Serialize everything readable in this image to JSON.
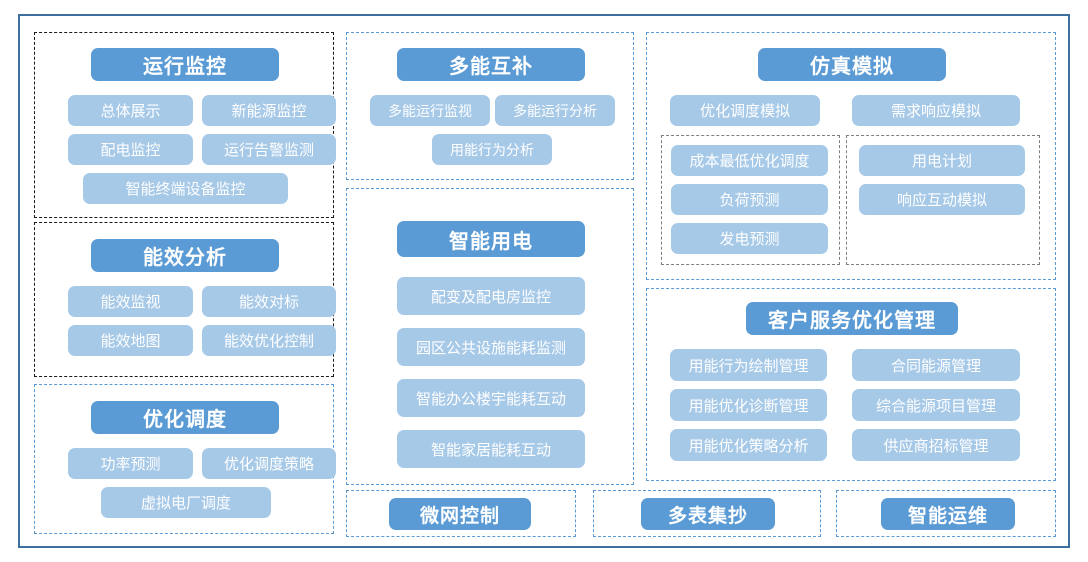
{
  "diagram": {
    "title_color": "#5b9bd5",
    "item_color": "#a7c9e8",
    "frame_color": "#3c6e9e",
    "groups": [
      {
        "id": "operation-monitoring",
        "header": "运行监控",
        "items": [
          "总体展示",
          "新能源监控",
          "配电监控",
          "运行告警监测",
          "智能终端设备监控"
        ]
      },
      {
        "id": "energy-efficiency-analysis",
        "header": "能效分析",
        "items": [
          "能效监视",
          "能效对标",
          "能效地图",
          "能效优化控制"
        ]
      },
      {
        "id": "optimized-dispatch",
        "header": "优化调度",
        "items": [
          "功率预测",
          "优化调度策略",
          "虚拟电厂调度"
        ]
      },
      {
        "id": "multi-energy-complementary",
        "header": "多能互补",
        "items": [
          "多能运行监视",
          "多能运行分析",
          "用能行为分析"
        ]
      },
      {
        "id": "smart-electricity",
        "header": "智能用电",
        "items": [
          "配变及配电房监控",
          "园区公共设施能耗监测",
          "智能办公楼宇能耗互动",
          "智能家居能耗互动"
        ]
      },
      {
        "id": "simulation",
        "header": "仿真模拟",
        "items": [
          "优化调度模拟",
          "需求响应模拟"
        ],
        "subgroups": [
          {
            "id": "dispatch-simulation-sub",
            "items": [
              "成本最低优化调度",
              "负荷预测",
              "发电预测"
            ]
          },
          {
            "id": "demand-response-sub",
            "items": [
              "用电计划",
              "响应互动模拟"
            ]
          }
        ]
      },
      {
        "id": "customer-service-optimization",
        "header": "客户服务优化管理",
        "items": [
          "用能行为绘制管理",
          "合同能源管理",
          "用能优化诊断管理",
          "综合能源项目管理",
          "用能优化策略分析",
          "供应商招标管理"
        ]
      },
      {
        "id": "microgrid-control",
        "header": "微网控制",
        "items": []
      },
      {
        "id": "multi-meter-reading",
        "header": "多表集抄",
        "items": []
      },
      {
        "id": "smart-operation-maintenance",
        "header": "智能运维",
        "items": []
      }
    ]
  }
}
